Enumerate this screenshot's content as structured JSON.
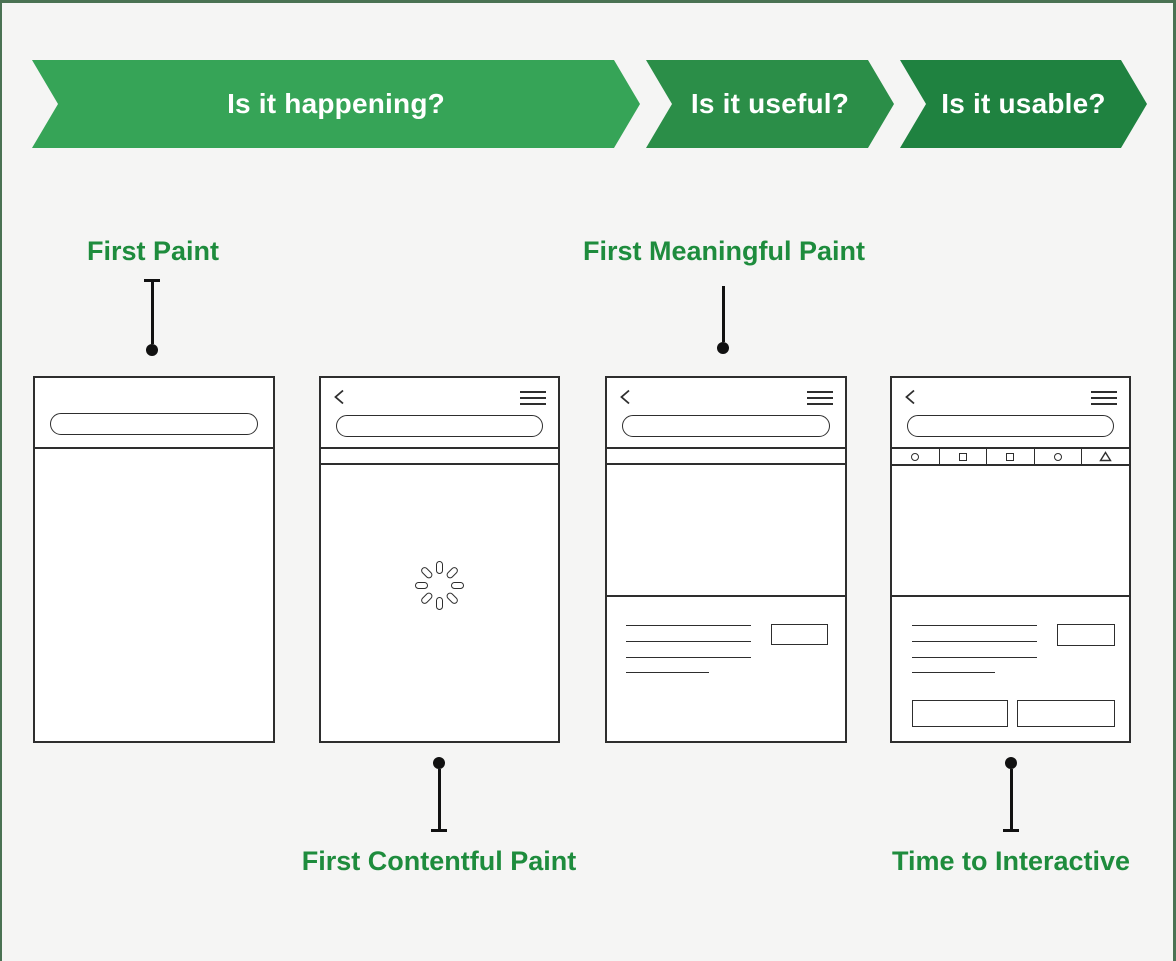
{
  "banner": {
    "steps": [
      {
        "label": "Is it happening?"
      },
      {
        "label": "Is it useful?"
      },
      {
        "label": "Is it usable?"
      }
    ]
  },
  "metrics": {
    "first_paint": "First Paint",
    "first_contentful_paint": "First Contentful Paint",
    "first_meaningful_paint": "First Meaningful Paint",
    "time_to_interactive": "Time to Interactive"
  },
  "phone_icons": {
    "back": "back-chevron-icon",
    "menu": "hamburger-menu-icon",
    "spinner": "loading-spinner-icon",
    "toolbar": [
      "circle-icon",
      "square-icon",
      "square-icon",
      "circle-icon",
      "triangle-icon"
    ]
  },
  "colors": {
    "chevron_1": "#36A457",
    "chevron_2": "#2B8E48",
    "chevron_3": "#1F8240",
    "metric_green": "#1E8C3D",
    "background": "#F5F5F4",
    "frame_border": "#4A7253",
    "line_dark": "#2E2E2E"
  }
}
